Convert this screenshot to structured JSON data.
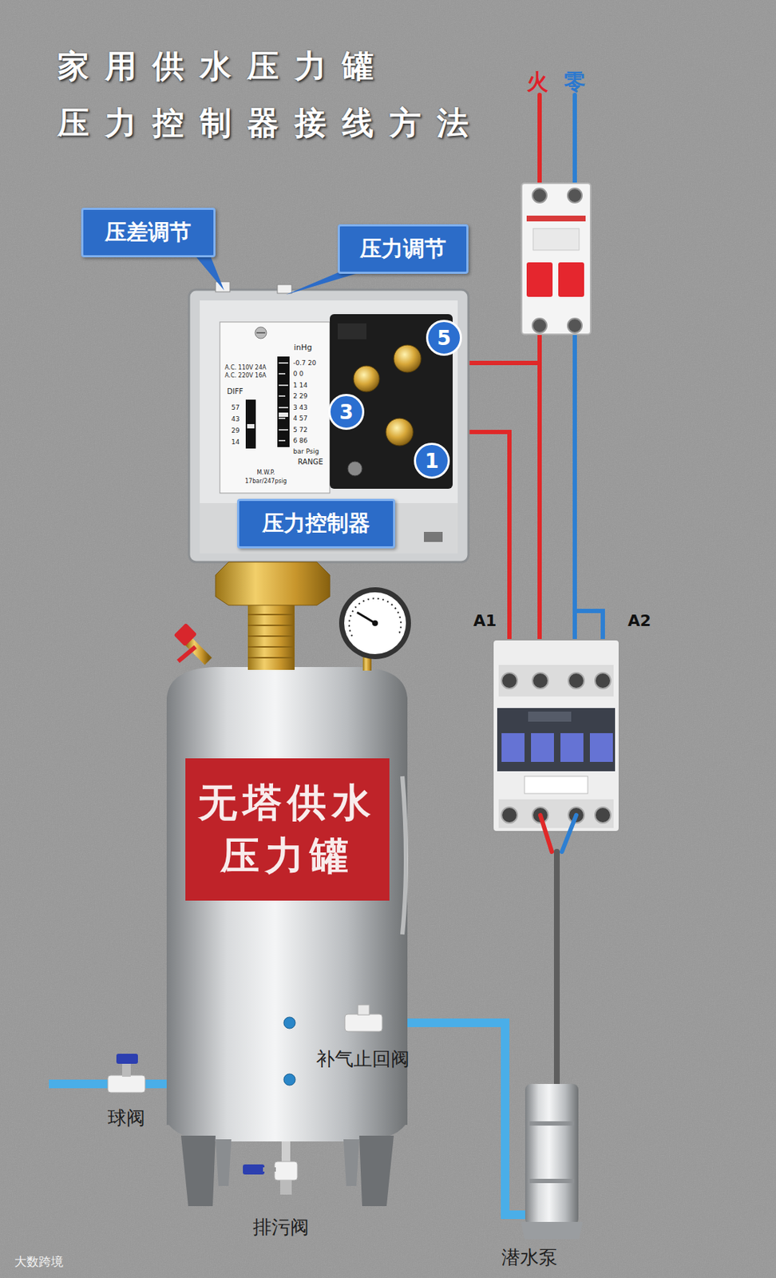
{
  "diagram": {
    "title": "家用供水压力罐 压力控制器接线方法",
    "nodes": [
      {
        "text": [
          "压差调节"
        ]
      },
      {
        "text": [
          "压力调节"
        ]
      },
      {
        "text": [
          "5"
        ]
      },
      {
        "text": [
          "3"
        ]
      },
      {
        "text": [
          "1"
        ]
      },
      {
        "text": [
          "压力控制器"
        ]
      },
      {
        "text": [
          "无塔供水 压力罐"
        ]
      }
    ],
    "labels": [
      "火",
      "零",
      "A.C. 110V 24A",
      "A.C. 220V 16A",
      "inHg",
      "-0.7 20",
      "0 0",
      "1 14",
      "2 29",
      "3 43",
      "4 57",
      "5 72",
      "6 86",
      "bar Psig",
      "DIFF",
      "57",
      "43",
      "29",
      "14",
      "RANGE",
      "M.W.P.",
      "17bar/247psig",
      "A1",
      "A2",
      "补气止回阀",
      "球阀",
      "排污阀",
      "潜水泵",
      "大数跨境"
    ]
  }
}
